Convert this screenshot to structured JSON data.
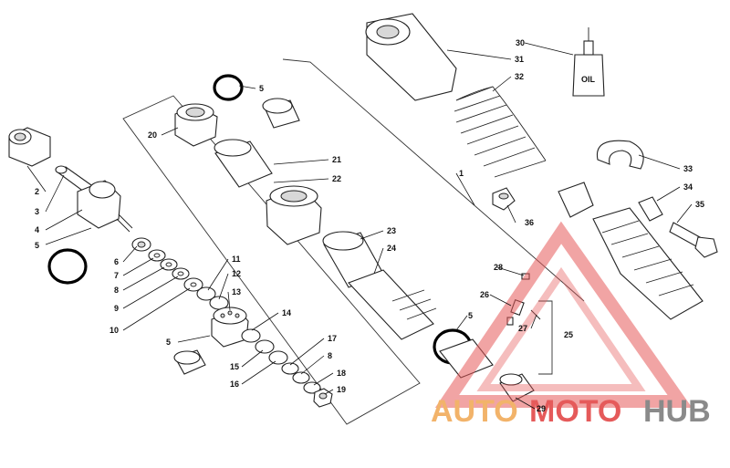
{
  "callouts": {
    "c1": "1",
    "c2": "2",
    "c3": "3",
    "c4": "4",
    "c5a": "5",
    "c5b": "5",
    "c5c": "5",
    "c5d": "5",
    "c6": "6",
    "c7": "7",
    "c8a": "8",
    "c8b": "8",
    "c9": "9",
    "c10": "10",
    "c11": "11",
    "c12": "12",
    "c13": "13",
    "c14": "14",
    "c15": "15",
    "c16": "16",
    "c17": "17",
    "c18": "18",
    "c19": "19",
    "c20": "20",
    "c21": "21",
    "c22": "22",
    "c23": "23",
    "c24": "24",
    "c25": "25",
    "c26": "26",
    "c27": "27",
    "c28": "28",
    "c29": "29",
    "c30": "30",
    "c31": "31",
    "c32": "32",
    "c33": "33",
    "c34": "34",
    "c35": "35",
    "c36": "36"
  },
  "oil_bottle_label": "OIL",
  "watermark": {
    "part1": "AUTO",
    "part2": "MOTO",
    "part3": "HUB",
    "color_orange": "#f2b36a",
    "color_red": "#e55a5a",
    "color_gray": "#8a8a8a"
  }
}
